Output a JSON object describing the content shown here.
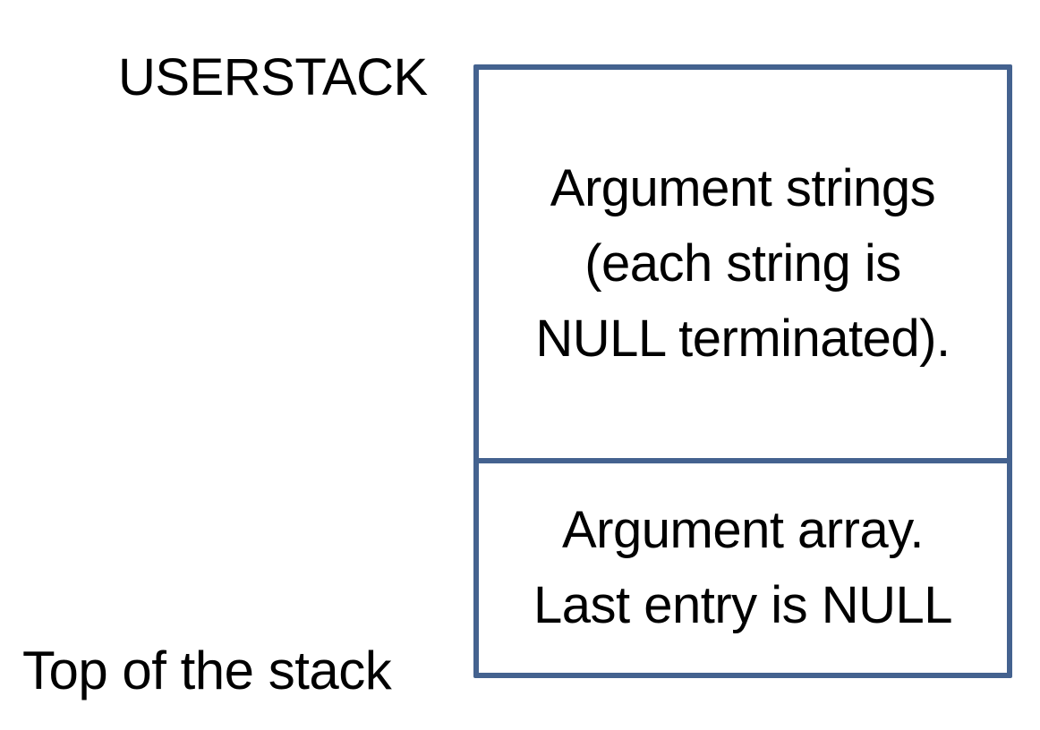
{
  "labels": {
    "userstack": "USERSTACK",
    "top_of_stack": "Top of the stack"
  },
  "stack": {
    "argument_strings": {
      "lines": [
        "Argument strings",
        "(each string is",
        "NULL terminated)."
      ]
    },
    "argument_array": {
      "lines": [
        "Argument array.",
        "Last entry is NULL"
      ]
    }
  },
  "colors": {
    "box_border": "#44628f",
    "text": "#000000",
    "background": "#ffffff"
  }
}
